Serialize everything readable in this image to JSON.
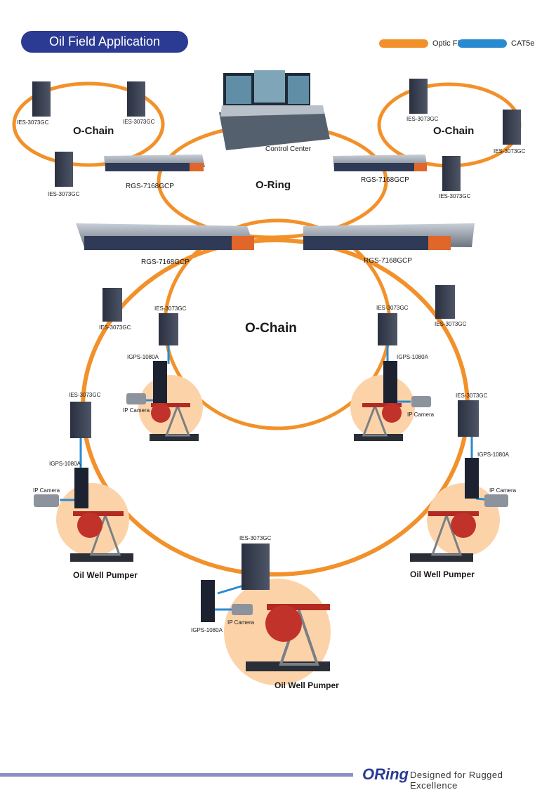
{
  "title": "Oil Field Application",
  "legend": {
    "fiber_label": "Optic Fiber",
    "cat_label": "CAT5e",
    "fiber_color": "#f2912a",
    "cat_color": "#2a8ad0"
  },
  "labels": {
    "control_center": "Control Center",
    "o_ring": "O-Ring",
    "o_chain": "O-Chain",
    "rgs": "RGS-7168GCP",
    "ies": "IES-3073GC",
    "igps": "IGPS-1080A",
    "camera": "IP Camera",
    "pumper": "Oil Well Pumper"
  },
  "footer": {
    "brand": "ORing",
    "tagline": "Designed for Rugged Excellence"
  }
}
